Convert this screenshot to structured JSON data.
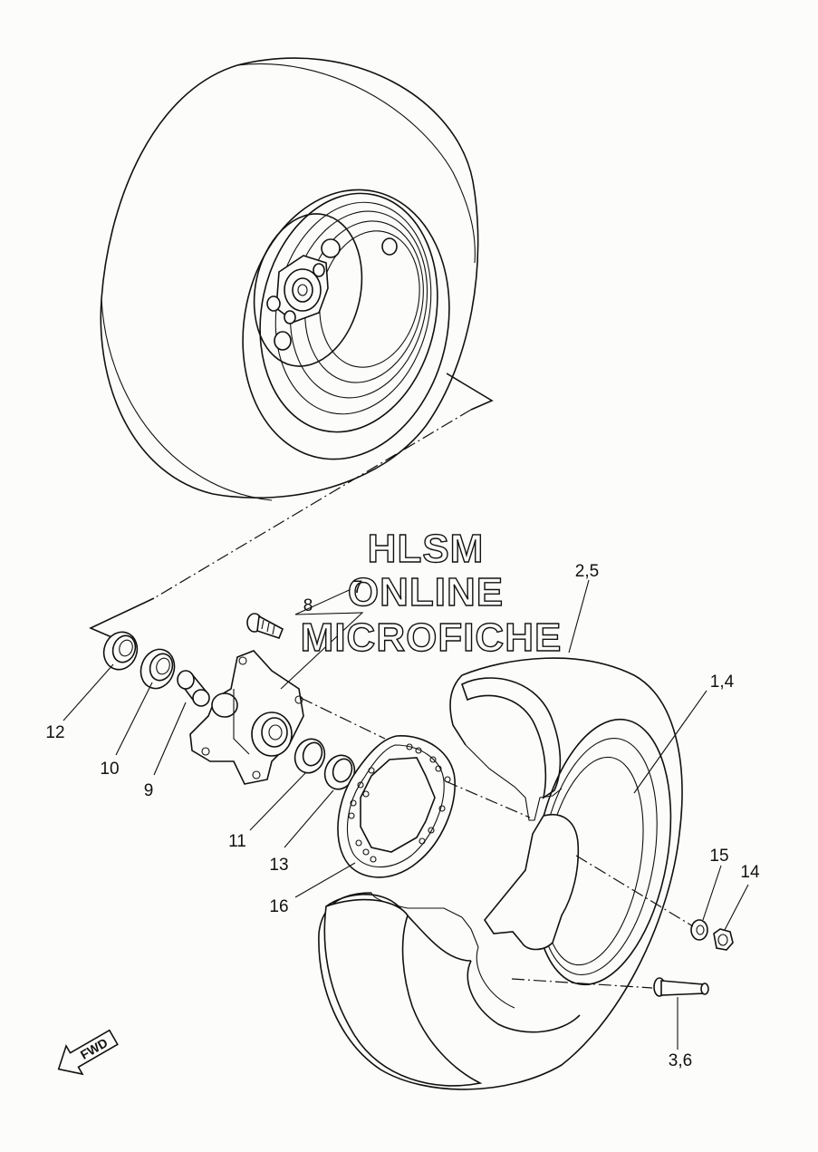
{
  "watermark": {
    "line1": "HLSM",
    "line2": "ONLINE",
    "line3": "MICROFICHE"
  },
  "direction_label": "FWD",
  "callouts": [
    {
      "id": "c-2-5",
      "text": "2,5"
    },
    {
      "id": "c-1-4",
      "text": "1,4"
    },
    {
      "id": "c-8",
      "text": "8"
    },
    {
      "id": "c-7",
      "text": "7"
    },
    {
      "id": "c-12",
      "text": "12"
    },
    {
      "id": "c-10",
      "text": "10"
    },
    {
      "id": "c-9",
      "text": "9"
    },
    {
      "id": "c-11",
      "text": "11"
    },
    {
      "id": "c-13",
      "text": "13"
    },
    {
      "id": "c-16",
      "text": "16"
    },
    {
      "id": "c-15",
      "text": "15"
    },
    {
      "id": "c-14",
      "text": "14"
    },
    {
      "id": "c-3-6",
      "text": "3,6"
    }
  ]
}
